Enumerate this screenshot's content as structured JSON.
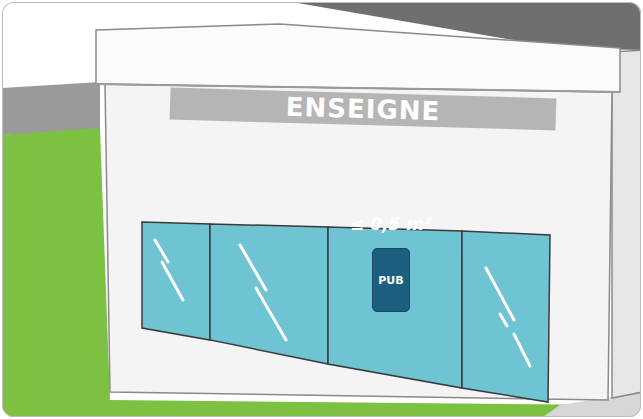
{
  "diagram": {
    "nodes": [
      {
        "text": [
          "ENSEIGNE"
        ]
      },
      {
        "text": [
          "PUB"
        ]
      }
    ],
    "labels": [
      "≤ 0,5 m²"
    ]
  }
}
